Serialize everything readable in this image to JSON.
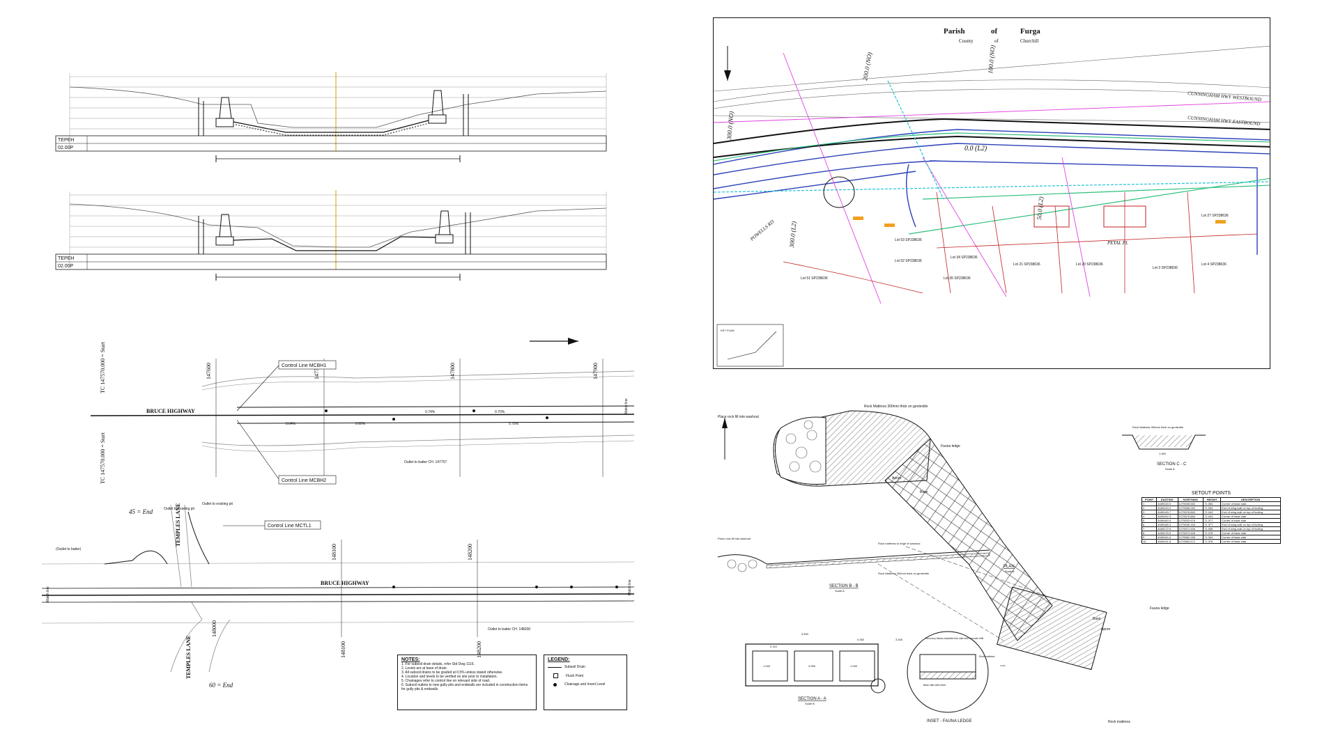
{
  "cross_sections": {
    "top": {
      "label_a": "TEPEH",
      "label_b": "02.00P"
    },
    "bottom": {
      "label_a": "TEPEH",
      "label_b": "02.00P"
    }
  },
  "subsoil_plan_upper": {
    "tc_start_top": "TC 147570.000 = Start",
    "tc_start_bottom": "TC 147570.000 = Start",
    "chainages": [
      "147600",
      "147700",
      "147800",
      "147900"
    ],
    "highway": "BRUCE HIGHWAY",
    "control_line_top": "Control Line MCBH1",
    "control_line_bottom": "Control Line MCBH2",
    "match_line": "Match line",
    "outlet_note": "Outlet to batter CH. 147757",
    "grades": [
      "0.64%",
      "0.60%",
      "0.74%",
      "0.70%",
      "0.78%"
    ]
  },
  "subsoil_plan_lower": {
    "end_top": "45 = End",
    "end_bottom": "60 = End",
    "chainages": [
      "148000",
      "148100",
      "148200"
    ],
    "highway": "BRUCE HIGHWAY",
    "side_road": "TEMPLES LANE",
    "control_line": "Control Line MCTL1",
    "outlet_existing_1": "Outlet to existing pit",
    "outlet_existing_2": "Outlet to existing pit",
    "outlet_batter": "(Outlet to batter)",
    "outlet_batter_2": "Outlet to batter CH. 148200",
    "left_edge": "Match line",
    "right_edge": "Match line"
  },
  "notes": {
    "title": "NOTES:",
    "items": [
      "1. For subsoil drain details, refer Std Dwg 1116.",
      "2. Levels are at base of drain.",
      "3. All subsoil drains to be graded at 0.5% unless stated otherwise.",
      "4. Location and levels to be verified on site prior to installation.",
      "5. Chainages refer to control line on relevant side of road.",
      "6. Subsoil outlets to new gully pits and endwalls are included in construction items for gully pits & endwalls."
    ]
  },
  "legend": {
    "title": "LEGEND:",
    "items": [
      "Subsoil Drain",
      "Flush Point",
      "Chainage and Invert Level"
    ]
  },
  "cadastral": {
    "parish_label": "Parish",
    "parish_of": "of",
    "parish_name": "Furga",
    "county_label": "County",
    "county_of": "of",
    "county_name": "Churchill",
    "roads": [
      "CUNNINGHAM HWY WESTBOUND",
      "CUNNINGHAM HWY EASTBOUND",
      "POWELLS RD",
      "PETAL PL"
    ],
    "road_widths": [
      "200.0 (NO)",
      "100.0 (NO)",
      "300.0 (NO)",
      "0.0 (L2)",
      "300.0 (L2)",
      "50.0 (L2)"
    ],
    "lots": [
      "Lot 53 SP238636",
      "Lot 52 SP238636",
      "Lot 51 SP238636",
      "Lot 34 SP238636",
      "Lot 35 SP238636",
      "Lot 21 SP238636",
      "Lot 20 SP238636",
      "Lot 3 SP238636",
      "Lot 4 SP238636",
      "Lot 27 SP238636"
    ],
    "key_plan": "KEY PLAN"
  },
  "culvert": {
    "section_cc": {
      "title": "SECTION C - C",
      "scale": "Scale A",
      "note": "Rock Mattress 300mm thick on geotextile",
      "dim": "1.900"
    },
    "section_bb": {
      "title": "SECTION B - B",
      "scale": "Scale A",
      "note1": "Rock mattress to edge of washout",
      "note2": "Place rock fill into washout",
      "note3": "Rock Mattress 300mm thick on geotextile"
    },
    "section_aa": {
      "title": "SECTION A - A",
      "scale": "Scale B",
      "dims": [
        "3.590",
        "0.115",
        "0.350",
        "3.345",
        "3.050",
        "1.040",
        "1.040",
        "0.100"
      ]
    },
    "inset": {
      "title": "INSET - FAUNA LEDGE",
      "note1": "Recovery blocks dowelled into slab with concrete infill",
      "note2": "Base slab with mesh",
      "note3": "Rock mattress"
    },
    "plan": {
      "title": "PLAN",
      "scale": "Scale A",
      "labels": [
        "Place rock fill into washout",
        "Rock Mattress 300mm thick on geotextile",
        "Fauna ledge",
        "Apron",
        "Base",
        "Apron",
        "Fauna ledge",
        "Rock mattress",
        "Base"
      ]
    },
    "setout": {
      "title": "SETOUT POINTS",
      "headers": [
        "POINT",
        "EASTING",
        "NORTHING",
        "HEIGHT",
        "DESCRIPTION"
      ],
      "rows": [
        [
          "1",
          "4489130.0",
          "1275535.582",
          "71.054",
          "Corner of base slab"
        ],
        [
          "2",
          "4489143.2",
          "1275556.052",
          "71.054",
          "End of wing wall on top of footing"
        ],
        [
          "3",
          "4489145.7",
          "1275578.863",
          "71.043",
          "End of wing wall on top of footing"
        ],
        [
          "4",
          "4489152.3",
          "1275575.884",
          "71.043",
          "Corner of base slab"
        ],
        [
          "5",
          "4489160.5",
          "1275532.676",
          "71.377",
          "Corner of base slab"
        ],
        [
          "6",
          "4489168.4",
          "1275535.163",
          "71.377",
          "End of wing wall on top of footing"
        ],
        [
          "7",
          "4489172.5",
          "1275571.006",
          "71.056",
          "End of wing wall on top of footing"
        ],
        [
          "8",
          "4489178.9",
          "1275573.345",
          "71.378",
          "Corner of base slab"
        ],
        [
          "9",
          "4489184.4",
          "1275582.285",
          "71.304",
          "Corner of base slab"
        ],
        [
          "10",
          "4489191.8",
          "1275582.672",
          "71.378",
          "Corner of base slab"
        ]
      ]
    }
  }
}
